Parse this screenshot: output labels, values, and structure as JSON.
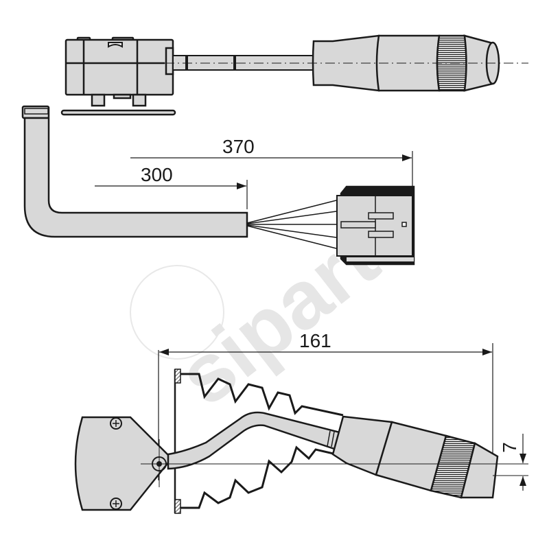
{
  "diagram": {
    "type": "technical-drawing",
    "subject": "steering column combination switch / stalk lever",
    "colors": {
      "background": "#ffffff",
      "part_fill": "#d8d8d8",
      "outline": "#1a1a1a",
      "watermark": "#e6e6e6"
    },
    "dimensions": {
      "cable_length_to_sheath": "300",
      "cable_length_to_connector": "370",
      "lever_length": "161",
      "tip_offset": "7"
    },
    "watermark": {
      "text": "siparts"
    },
    "views": [
      {
        "id": "top-view",
        "label": "Top view of switch with lever"
      },
      {
        "id": "cable-view",
        "label": "Cable harness with connector"
      },
      {
        "id": "side-view",
        "label": "Side view of lever with bellows boot"
      }
    ]
  }
}
